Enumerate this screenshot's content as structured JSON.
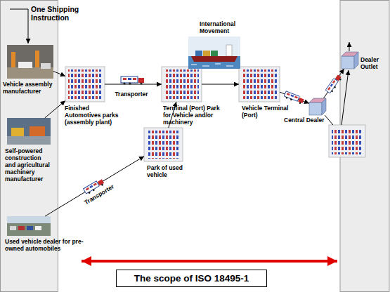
{
  "diagram": {
    "nodes": [
      {
        "text": [
          "Vehicle assembly manufacturer"
        ]
      },
      {
        "text": [
          "Finished Automotives parks (assembly plant)"
        ]
      },
      {
        "text": [
          "International Movement"
        ]
      },
      {
        "text": [
          "Terminal (Port) Park for Vehicle and/or machinery"
        ]
      },
      {
        "text": [
          "Vehicle Terminal (Port)"
        ]
      },
      {
        "text": [
          "Central Dealer"
        ]
      },
      {
        "text": [
          "Dealer Outlet"
        ]
      },
      {
        "text": [
          "Self-powered construction and agricultural machinery manufacturer"
        ]
      },
      {
        "text": [
          "Park of used vehicle"
        ]
      },
      {
        "text": [
          "Used vehicle dealer for pre-owned automobiles"
        ]
      },
      {
        "text": [
          "The scope of ISO 18495-1"
        ]
      }
    ],
    "edges": [
      {
        "from": 0,
        "to": 1,
        "arrow": "to"
      },
      {
        "from": 7,
        "to": 1,
        "arrow": "to"
      },
      {
        "from": 1,
        "to": 3,
        "label": "Transporter",
        "arrow": "to"
      },
      {
        "from": 3,
        "to": 4,
        "arrow": "to"
      },
      {
        "from": 4,
        "to": 5,
        "arrow": "to"
      },
      {
        "from": 5,
        "to": 6,
        "arrow": "to"
      },
      {
        "from": 9,
        "to": 8,
        "label": "Transporter",
        "arrow": "to"
      },
      {
        "from": 8,
        "to": 3,
        "arrow": "to"
      }
    ],
    "labels": [
      "One Shipping Instruction"
    ]
  }
}
